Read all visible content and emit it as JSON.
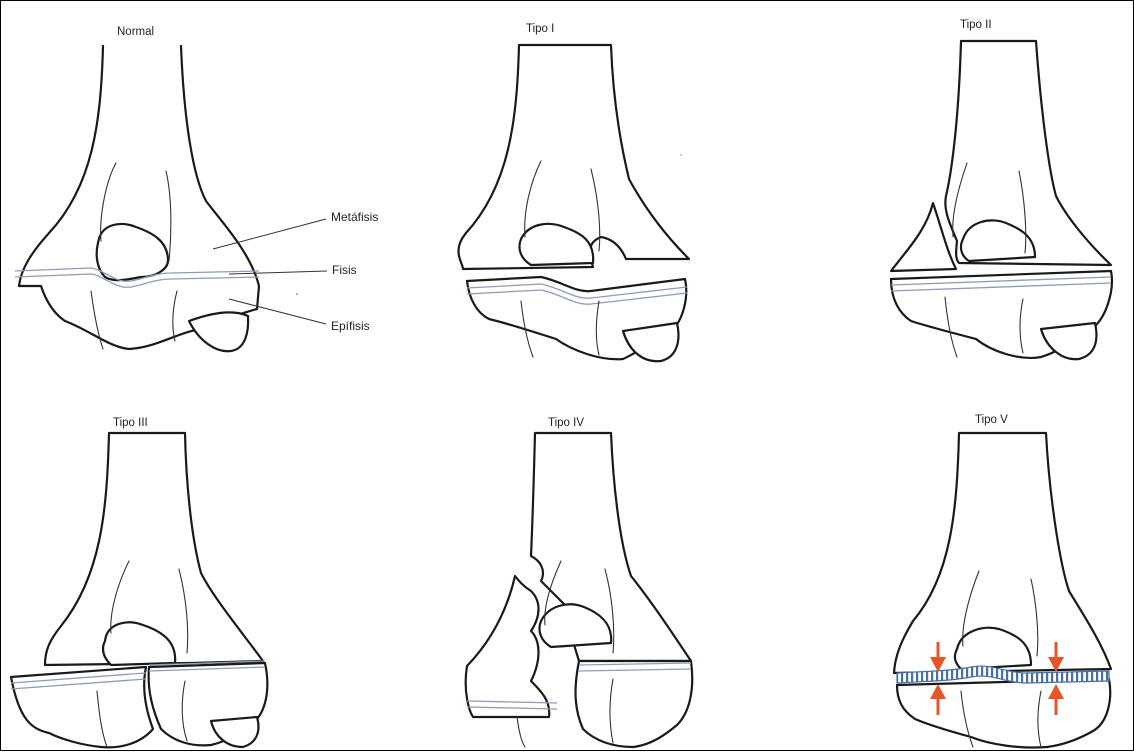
{
  "panels": [
    {
      "id": "normal",
      "title": "Normal"
    },
    {
      "id": "tipo1",
      "title": "Tipo I"
    },
    {
      "id": "tipo2",
      "title": "Tipo II"
    },
    {
      "id": "tipo3",
      "title": "Tipo III"
    },
    {
      "id": "tipo4",
      "title": "Tipo IV"
    },
    {
      "id": "tipo5",
      "title": "Tipo V"
    }
  ],
  "labels": {
    "metafisis": "Metáfisis",
    "fisis": "Fisis",
    "epifisis": "Epífisis"
  },
  "colors": {
    "outline": "#1a1a1a",
    "physis": "#8e9cb8",
    "arrow": "#e8542a",
    "crush_band": "#4a6fa5"
  }
}
